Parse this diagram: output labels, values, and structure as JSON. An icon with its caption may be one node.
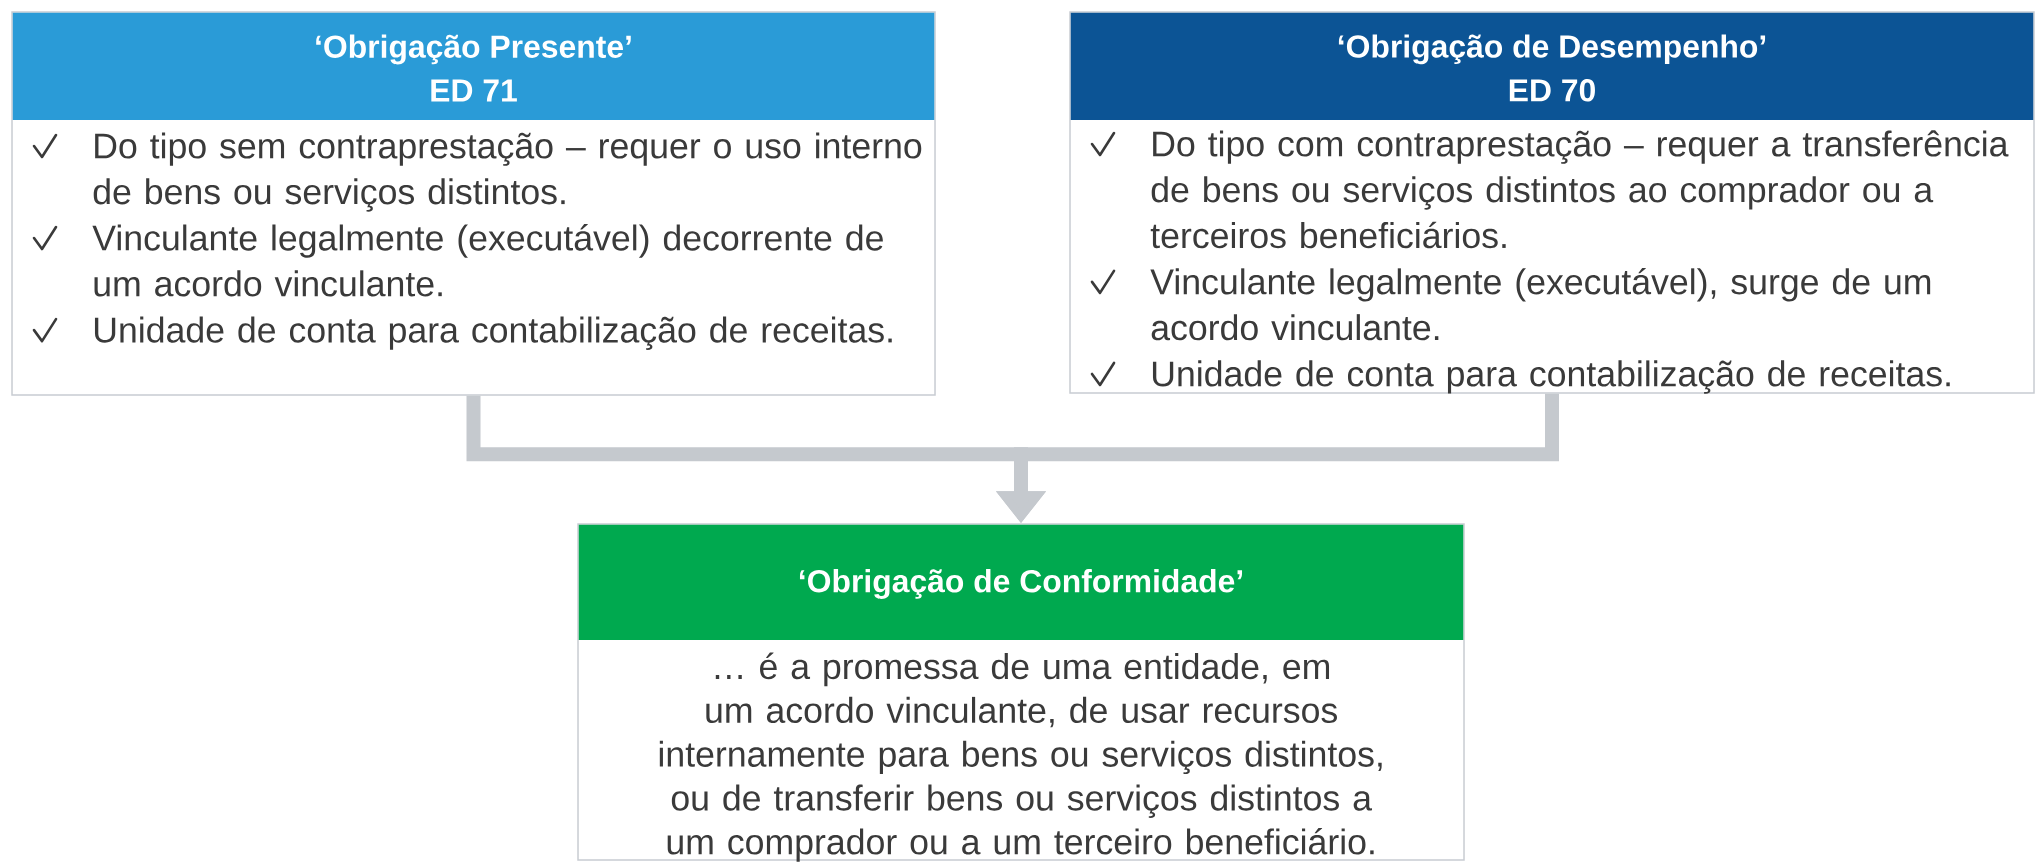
{
  "diagram": {
    "nodes": [
      {
        "text": [
          "‘Obrigação Presente’",
          "ED 71",
          "Do tipo sem contraprestação – requer o uso interno de bens ou serviços distintos.",
          "Vinculante legalmente (executável) decorrente de um acordo vinculante.",
          "Unidade de conta para contabilização de receitas."
        ]
      },
      {
        "text": [
          "‘Obrigação de Desempenho’",
          "ED 70",
          "Do tipo com contraprestação – requer a transferência de bens ou serviços distintos ao comprador ou a terceiros beneficiários.",
          "Vinculante legalmente (executável), surge de um acordo vinculante.",
          "Unidade de conta para contabilização de receitas."
        ]
      },
      {
        "text": [
          "‘Obrigação de Conformidade’",
          "… é a promessa de uma entidade, em um acordo vinculante, de usar recursos internamente para bens ou serviços distintos, ou de transferir bens ou serviços distintos a um comprador ou a um terceiro beneficiário."
        ]
      }
    ],
    "edges": [
      {
        "from": 0,
        "to": 2,
        "arrow": "to"
      },
      {
        "from": 1,
        "to": 2,
        "arrow": "to"
      }
    ]
  }
}
